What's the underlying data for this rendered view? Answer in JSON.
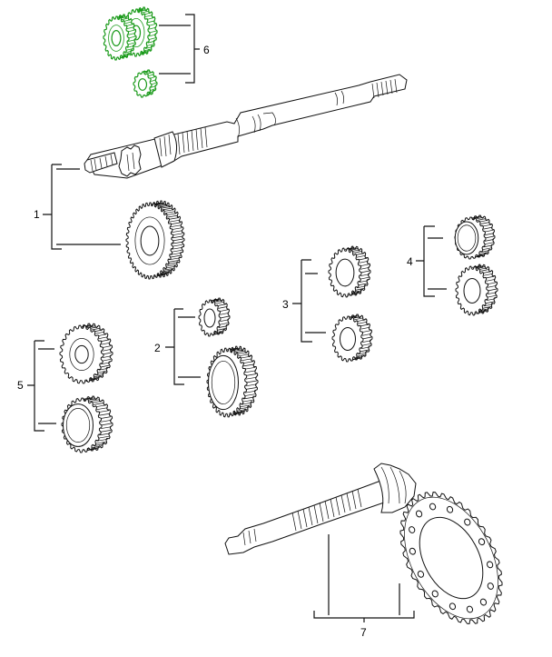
{
  "diagram": {
    "type": "exploded-parts-view",
    "highlight_color": "#1a9a1a",
    "line_color": "#111111",
    "background": "#ffffff",
    "callouts": [
      {
        "id": "1",
        "label": "1",
        "parts": [
          "input-shaft",
          "gear-1-large"
        ]
      },
      {
        "id": "2",
        "label": "2",
        "parts": [
          "gear-2-small",
          "gear-2-large"
        ]
      },
      {
        "id": "3",
        "label": "3",
        "parts": [
          "gear-3-upper",
          "gear-3-lower"
        ]
      },
      {
        "id": "4",
        "label": "4",
        "parts": [
          "gear-4-upper",
          "gear-4-lower"
        ]
      },
      {
        "id": "5",
        "label": "5",
        "parts": [
          "gear-5-upper",
          "gear-5-lower"
        ]
      },
      {
        "id": "6",
        "label": "6",
        "parts": [
          "gear-6-pair",
          "gear-6-small"
        ],
        "highlighted": true
      },
      {
        "id": "7",
        "label": "7",
        "parts": [
          "pinion-shaft",
          "ring-gear"
        ]
      }
    ]
  }
}
